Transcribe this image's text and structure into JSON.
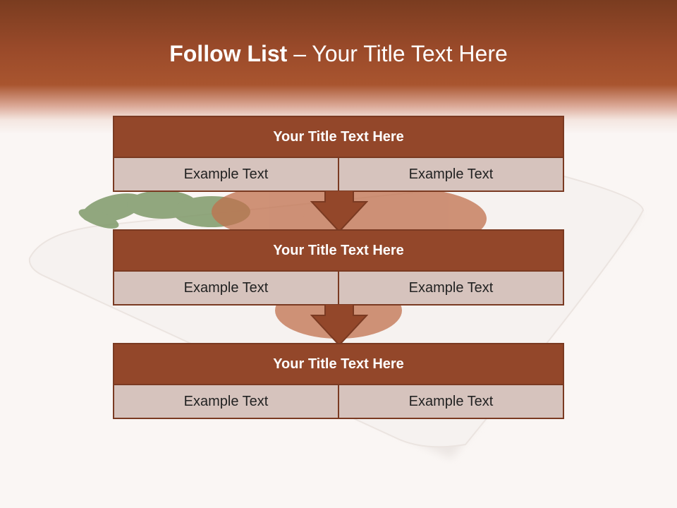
{
  "title": {
    "bold": "Follow List",
    "rest": " – Your Title Text Here"
  },
  "blocks": [
    {
      "title": "Your Title Text Here",
      "left": "Example Text",
      "right": "Example Text"
    },
    {
      "title": "Your Title Text Here",
      "left": "Example Text",
      "right": "Example Text"
    },
    {
      "title": "Your Title Text Here",
      "left": "Example Text",
      "right": "Example Text"
    }
  ],
  "colors": {
    "header": "#9a4a2a",
    "block_title": "#93472a",
    "block_cell": "#d6c3bd",
    "border": "#7a3a22"
  }
}
